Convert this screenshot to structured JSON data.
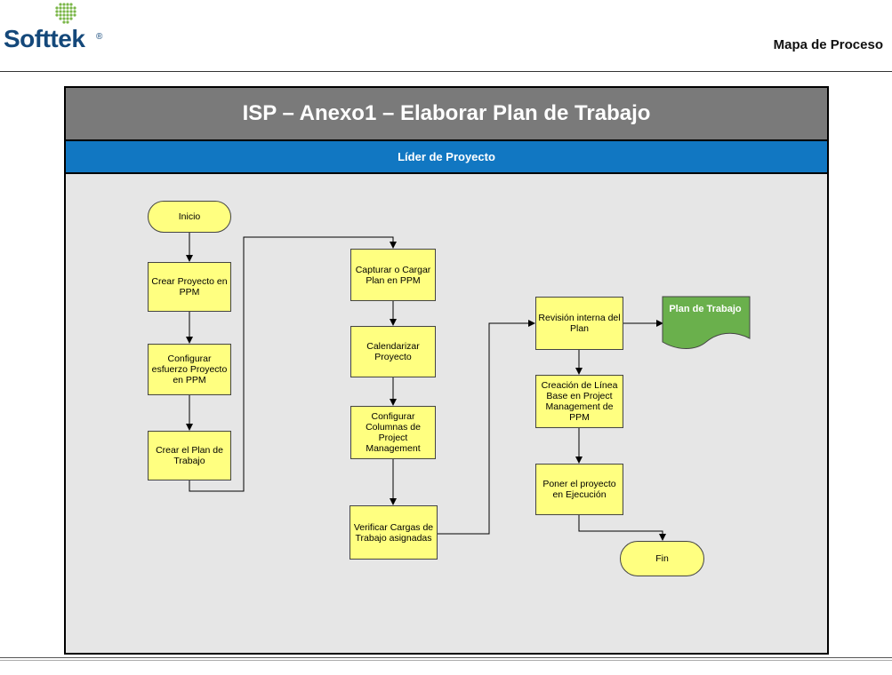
{
  "header": {
    "logo_text": "Softtek",
    "logo_mark": "®",
    "section_title": "Mapa de Proceso"
  },
  "diagram": {
    "title": "ISP – Anexo1 – Elaborar Plan de Trabajo",
    "lane": "Líder de Proyecto",
    "nodes": {
      "inicio": "Inicio",
      "crear_proyecto": "Crear  Proyecto en PPM",
      "configurar_esfuerzo": "Configurar esfuerzo  Proyecto en PPM",
      "crear_plan": "Crear el Plan de Trabajo",
      "capturar_plan": "Capturar o Cargar Plan en PPM",
      "calendarizar": "Calendarizar Proyecto",
      "configurar_columnas": "Configurar Columnas de Project Management",
      "verificar_cargas": "Verificar Cargas de Trabajo asignadas",
      "revision_interna": "Revisión interna del Plan",
      "plan_trabajo_doc": "Plan de Trabajo",
      "creacion_linea_base": "Creación de Línea Base en Project Management de PPM",
      "poner_ejecucion": "Poner el proyecto en Ejecución",
      "fin": "Fin"
    }
  },
  "colors": {
    "title_band": "#7a7a7a",
    "lane_band": "#1177c2",
    "process_fill": "#ffff80",
    "document_fill": "#6ab04c",
    "canvas": "#e6e6e6"
  }
}
